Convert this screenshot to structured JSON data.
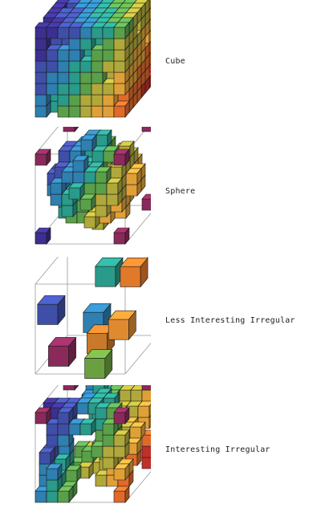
{
  "figures": [
    {
      "id": "cube",
      "label": "Cube",
      "style": "solid"
    },
    {
      "id": "sphere",
      "label": "Sphere",
      "style": "sphere"
    },
    {
      "id": "less",
      "label": "Less Interesting Irregular",
      "style": "sparse"
    },
    {
      "id": "interesting",
      "label": "Interesting Irregular",
      "style": "irregular"
    }
  ],
  "palette": [
    "#3b2f8f",
    "#3f4fa8",
    "#2f7fb0",
    "#2a9a8a",
    "#5aa04a",
    "#b0a83a",
    "#e0a038",
    "#e06a2a",
    "#c0302a",
    "#8a2a5a"
  ],
  "wire_color": "#9a9a9a"
}
